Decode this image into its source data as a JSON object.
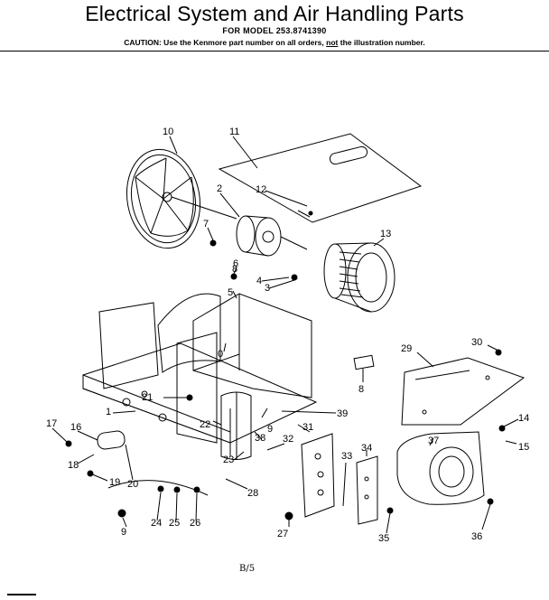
{
  "header": {
    "title": "Electrical System and Air Handling Parts",
    "model": "FOR MODEL 253.8741390",
    "caution_prefix": "CAUTION: Use the Kenmore part number on all orders,",
    "caution_not": "not",
    "caution_suffix": "the illustration number."
  },
  "callouts": {
    "c1": "1",
    "c2": "2",
    "c3": "3",
    "c4": "4",
    "c5": "5",
    "c6": "6",
    "c7": "7",
    "c8a": "8",
    "c8b": "8",
    "c9a": "9",
    "c9b": "9",
    "c10": "10",
    "c11": "11",
    "c12": "12",
    "c13": "13",
    "c14": "14",
    "c15": "15",
    "c16": "16",
    "c17": "17",
    "c18": "18",
    "c19": "19",
    "c20": "20",
    "c21": "21",
    "c22": "22",
    "c23": "23",
    "c24": "24",
    "c25": "25",
    "c26": "26",
    "c27": "27",
    "c28": "28",
    "c29": "29",
    "c30": "30",
    "c31": "31",
    "c32": "32",
    "c33": "33",
    "c34": "34",
    "c35": "35",
    "c36": "36",
    "c37": "37",
    "c38": "38",
    "c39": "39"
  },
  "footer": {
    "page_code": "B/5"
  }
}
